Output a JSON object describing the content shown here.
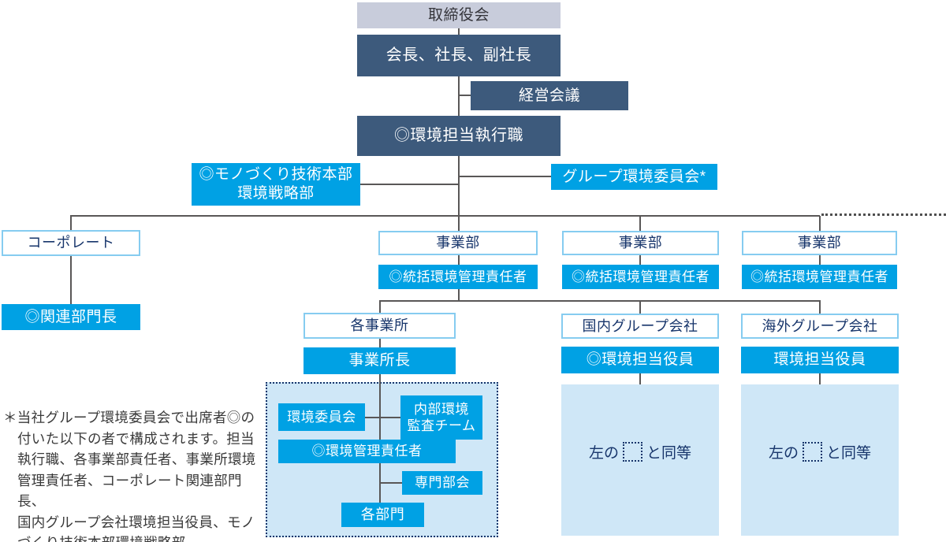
{
  "org": {
    "board": "取締役会",
    "executives": "会長、社長、副社長",
    "management_meeting": "経営会議",
    "env_executive": "◎環境担当執行職",
    "monozukuri": {
      "line1": "◎モノづくり技術本部",
      "line2": "環境戦略部"
    },
    "group_env_committee": "グループ環境委員会*",
    "corporate": "コーポレート",
    "related_dept_head": "◎関連部門長",
    "divisions": [
      "事業部",
      "事業部",
      "事業部"
    ],
    "supervising_env_managers": [
      "◎統括環境管理責任者",
      "◎統括環境管理責任者",
      "◎統括環境管理責任者"
    ],
    "sites": "各事業所",
    "site_head": "事業所長",
    "env_committee": "環境委員会",
    "internal_audit_team": {
      "line1": "内部環境",
      "line2": "監査チーム"
    },
    "env_manager": "◎環境管理責任者",
    "expert_subcommittee": "専門部会",
    "departments": "各部門",
    "domestic_group_company": "国内グループ会社",
    "domestic_env_officer": "◎環境担当役員",
    "overseas_group_company": "海外グループ会社",
    "overseas_env_officer": "環境担当役員",
    "equivalence_note": {
      "prefix": "左の",
      "suffix": "と同等"
    }
  },
  "footnote": {
    "lines": [
      "＊当社グループ環境委員会で出席者◎の",
      "付いた以下の者で構成されます。担当",
      "執行職、各事業部責任者、事業所環境",
      "管理責任者、コーポレート関連部門長、",
      "国内グループ会社環境担当役員、モノ",
      "づくり技術本部環境戦略部"
    ]
  },
  "colors": {
    "cyan": "#00a1e4",
    "dark_blue": "#3d5a7c",
    "header_gray": "#c8ccdb",
    "panel_blue": "#cfe7f7",
    "outline_blue": "#86ccf0",
    "navy_text": "#17356b",
    "line_gray": "#595757"
  }
}
